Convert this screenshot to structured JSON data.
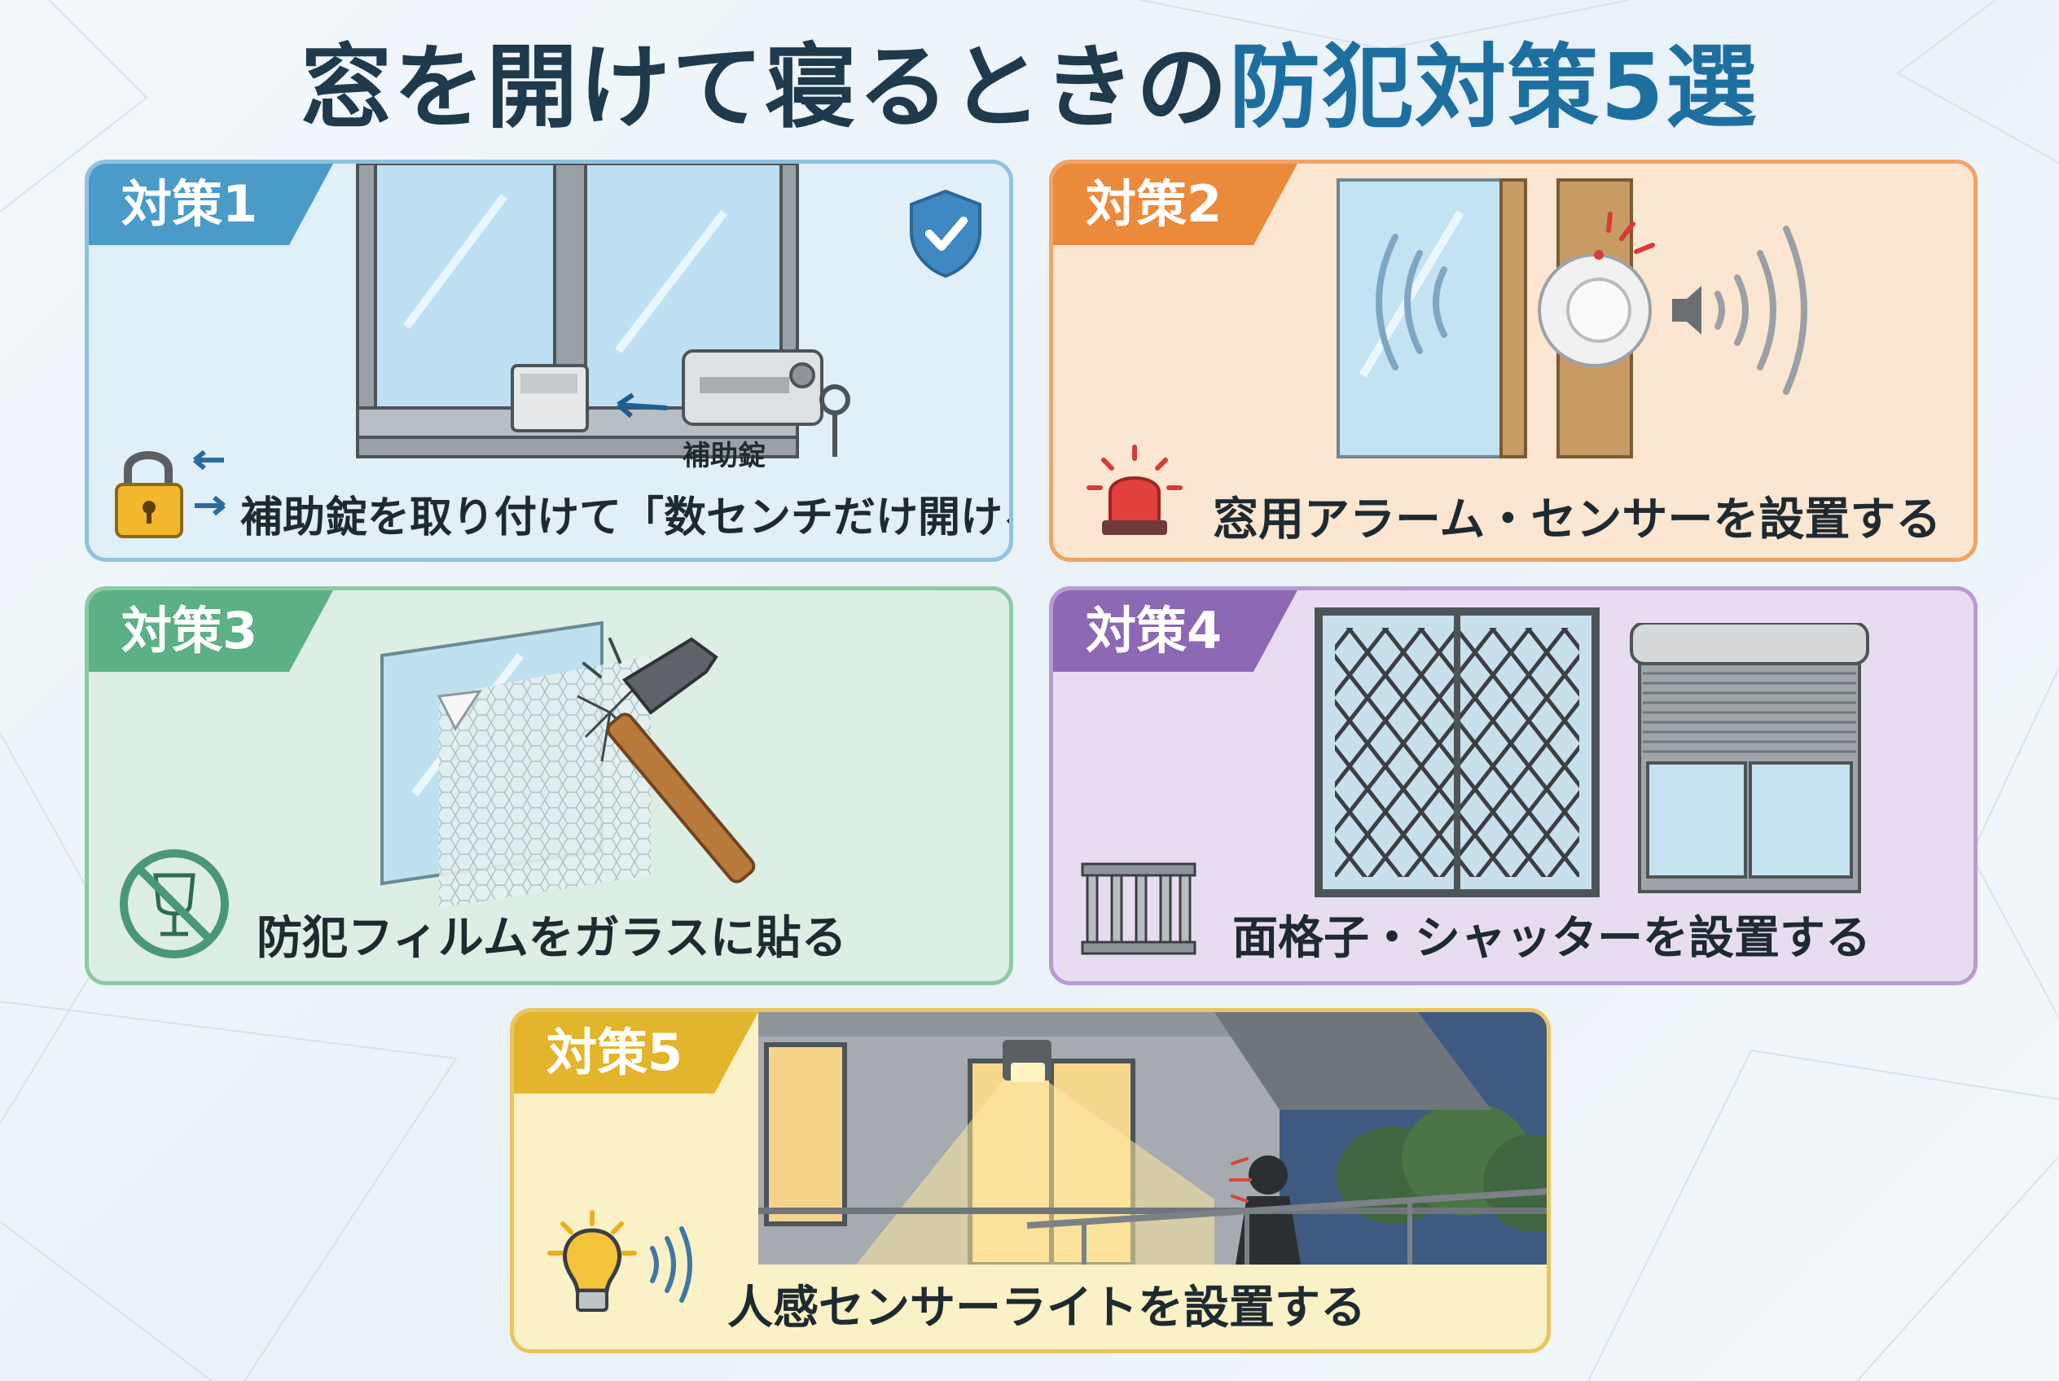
{
  "title": {
    "main": "窓を開けて寝るときの",
    "highlight": "防犯対策5選"
  },
  "colors": {
    "card1": "#4a9bc8",
    "card2": "#ec8a3c",
    "card3": "#5cb085",
    "card4": "#8d68b4",
    "card5": "#e3b52c"
  },
  "cards": [
    {
      "tag": "対策1",
      "caption": "補助錠を取り付けて「数センチだけ開ける」",
      "label": "補助錠",
      "icons": [
        "padlock-icon",
        "shield-check-icon"
      ]
    },
    {
      "tag": "対策2",
      "caption": "窓用アラーム・センサーを設置する",
      "icons": [
        "siren-icon",
        "speaker-icon"
      ]
    },
    {
      "tag": "対策3",
      "caption": "防犯フィルムをガラスに貼る",
      "icons": [
        "no-broken-glass-icon",
        "hammer-icon"
      ]
    },
    {
      "tag": "対策4",
      "caption": "面格子・シャッターを設置する",
      "icons": [
        "grille-icon"
      ]
    },
    {
      "tag": "対策5",
      "caption": "人感センサーライトを設置する",
      "icons": [
        "light-bulb-icon",
        "signal-waves-icon"
      ]
    }
  ]
}
